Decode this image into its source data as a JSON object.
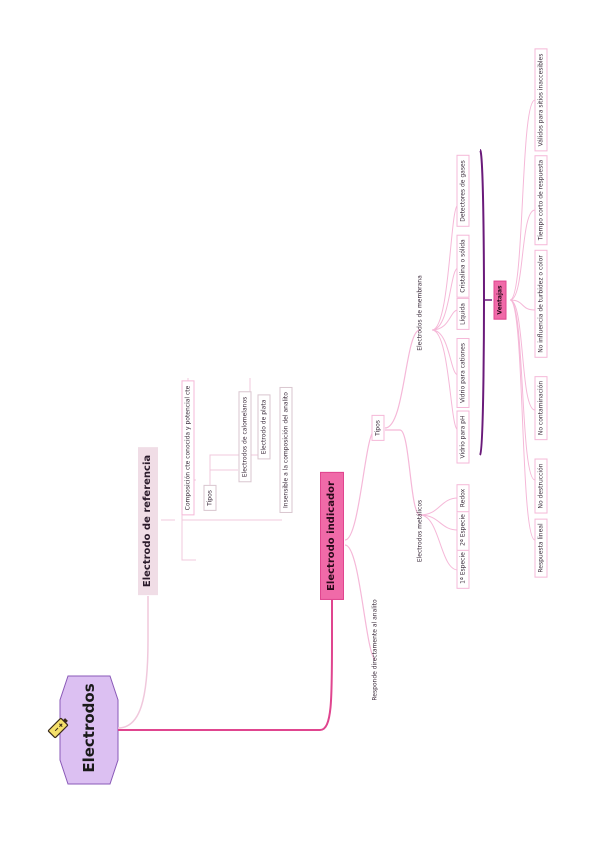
{
  "root": {
    "title": "Electrodos",
    "icon": "battery-icon"
  },
  "reference": {
    "title": "Electrodo de referencia",
    "composition": "Composición cte conocida y potencial cte",
    "types_label": "Tipos",
    "types": [
      "Electrodos de calomelanos",
      "Electrodo de plata"
    ],
    "insensitive": "Insensible a la composición del analito"
  },
  "indicator": {
    "title": "Electrodo indicador",
    "responds": "Responde directamente al analito",
    "types_label": "Tipos",
    "metallic": {
      "label": "Electrodos metálicos",
      "items": [
        "1ª Especie",
        "2ª Especie",
        "Redox"
      ]
    },
    "membrane": {
      "label": "Electrodos de membrana",
      "items": [
        "Vidrio para pH",
        "Vidrio para cationes",
        "Líquida",
        "Cristalina o sólida",
        "Detectores de gases"
      ]
    },
    "advantages": {
      "label": "Ventajas",
      "items": [
        "Respuesta lineal",
        "No destrucción",
        "No contaminación",
        "No influencia de turbidez o color",
        "Tiempo corto de respuesta",
        "Válidos para sitios inaccesibles"
      ]
    }
  },
  "colors": {
    "pink": "#f06aa8",
    "light_pink": "#f5b8d8",
    "purple": "#6a1a7a",
    "lavender": "#d8b8f0"
  }
}
